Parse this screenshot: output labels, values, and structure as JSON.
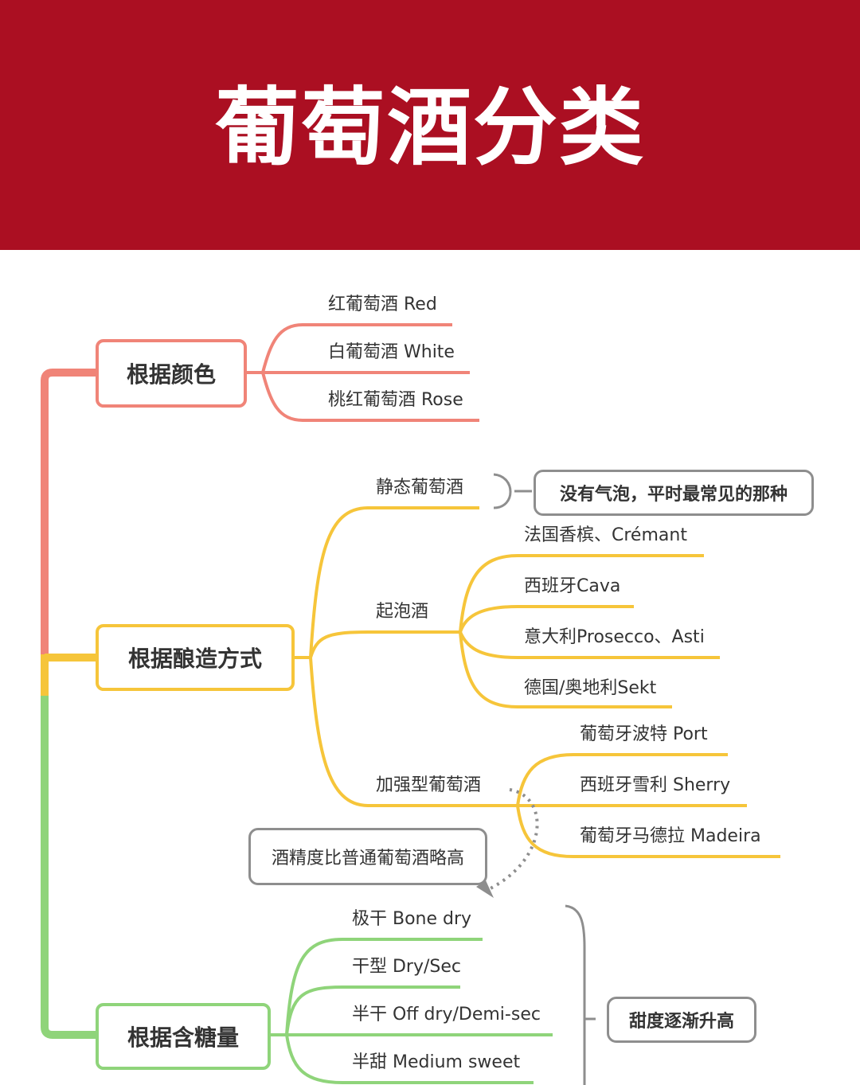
{
  "title": "葡萄酒分类",
  "branches": {
    "color": {
      "label": "根据颜色",
      "items": [
        "红葡萄酒 Red",
        "白葡萄酒 White",
        "桃红葡萄酒 Rose"
      ]
    },
    "method": {
      "label": "根据酿造方式",
      "still": {
        "label": "静态葡萄酒",
        "note": "没有气泡，平时最常见的那种"
      },
      "sparkling": {
        "label": "起泡酒",
        "items": [
          "法国香槟、Crémant",
          "西班牙Cava",
          "意大利Prosecco、Asti",
          "德国/奥地利Sekt"
        ]
      },
      "fortified": {
        "label": "加强型葡萄酒",
        "items": [
          "葡萄牙波特 Port",
          "西班牙雪利 Sherry",
          "葡萄牙马德拉 Madeira"
        ],
        "note": "酒精度比普通葡萄酒略高"
      }
    },
    "sugar": {
      "label": "根据含糖量",
      "items": [
        "极干 Bone dry",
        "干型 Dry/Sec",
        "半干 Off dry/Demi-sec",
        "半甜 Medium sweet"
      ],
      "note": "甜度逐渐升高"
    }
  },
  "colors": {
    "banner": "#ab0f22",
    "color_branch": "#f08478",
    "method_branch": "#f6c53a",
    "sugar_branch": "#8fd47a",
    "note_border": "#8e8e8e"
  }
}
